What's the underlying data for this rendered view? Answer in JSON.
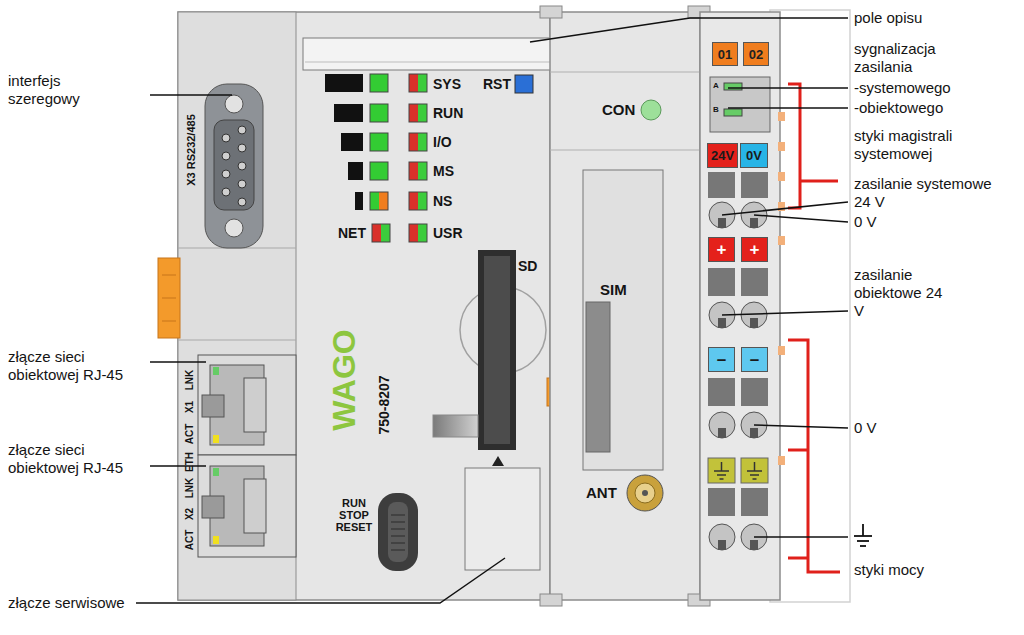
{
  "diagram": {
    "nodes": [
      {
        "text": [
          "01"
        ]
      },
      {
        "text": [
          "02"
        ]
      },
      {
        "text": [
          "24V"
        ]
      },
      {
        "text": [
          "0V"
        ]
      },
      {
        "text": [
          "+"
        ]
      },
      {
        "text": [
          "+"
        ]
      },
      {
        "text": [
          "–"
        ]
      },
      {
        "text": [
          "–"
        ]
      }
    ],
    "labels": [
      "interfejs szeregowy",
      "złącze sieci obiektowej RJ-45",
      "złącze sieci obiektowej RJ-45",
      "złącze serwisowe",
      "X3 RS232/485",
      "SYS",
      "RUN",
      "I/O",
      "MS",
      "NS",
      "NET",
      "USR",
      "RST",
      "SD",
      "WAGO",
      "750-8207",
      "LNK",
      "X1",
      "ACT",
      "ETH",
      "LNK",
      "X2",
      "ACT",
      "RUN STOP RESET",
      "CON",
      "SIM",
      "ANT",
      "A",
      "B",
      "pole opisu",
      "sygnalizacja zasilania",
      "-systemowego",
      "-obiektowego",
      "styki magistrali systemowej",
      "zasilanie systemowe 24 V",
      "0 V",
      "zasilanie obiektowe 24 V",
      "0 V",
      "styki mocy"
    ]
  }
}
